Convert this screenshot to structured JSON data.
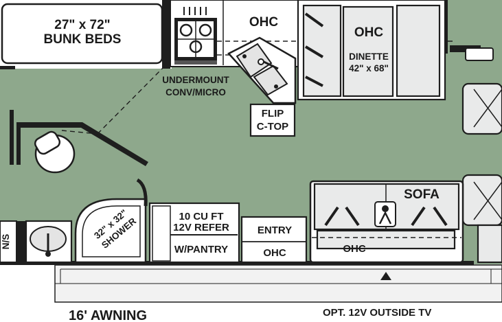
{
  "colors": {
    "floor": "#8ea88c",
    "wall": "#1e1e1e",
    "fixture": "#ffffff",
    "cabinet": "#e9eaea"
  },
  "labels": {
    "bunk_beds_size": "27\" x 72\"",
    "bunk_beds": "BUNK BEDS",
    "undermount_line1": "UNDERMOUNT",
    "undermount_line2": "CONV/MICRO",
    "ohc_kitchen": "OHC",
    "ohc_dinette": "OHC",
    "dinette": "DINETTE",
    "dinette_size": "42\" x 68\"",
    "flip_line1": "FLIP",
    "flip_line2": "C-TOP",
    "shower_size": "32\" x 32\"",
    "shower": "SHOWER",
    "refer_line1": "10 CU FT",
    "refer_line2": "12V REFER",
    "pantry": "W/PANTRY",
    "entry": "ENTRY",
    "ohc_entry": "OHC",
    "sofa": "SOFA",
    "ohc_sofa": "OHC",
    "ns": "N/S"
  },
  "captions": {
    "awning": "16' AWNING",
    "outside_tv": "OPT. 12V OUTSIDE TV"
  },
  "icons": {
    "stove": "stove-icon",
    "sink": "sink-icon",
    "toilet": "toilet-icon",
    "lavatory": "lavatory-sink-icon",
    "seatbelt": "seatbelt-icon",
    "tv_marker": "triangle-marker-icon"
  }
}
